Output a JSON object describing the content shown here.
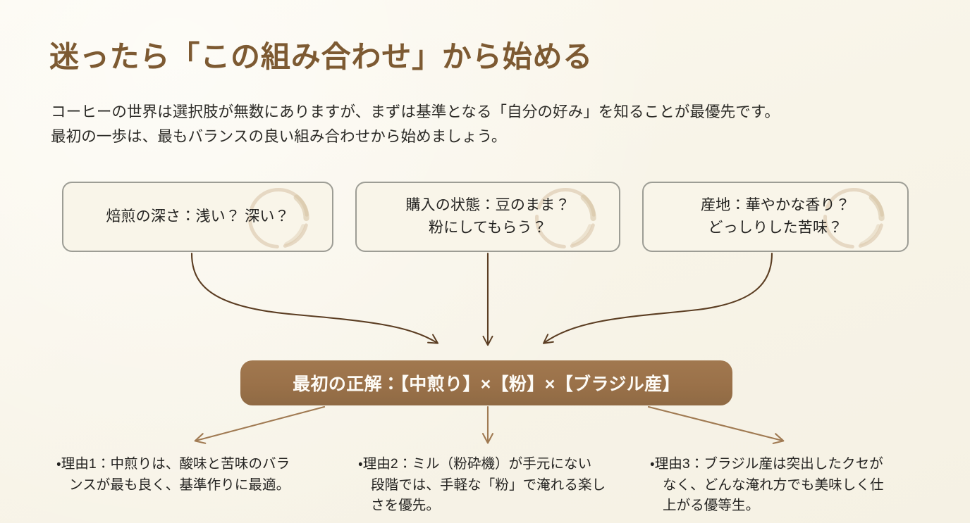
{
  "page": {
    "background_color": "#faf6ea",
    "title": "迷ったら「この組み合わせ」から始める",
    "title_color": "#7d5a32",
    "lede_line1": "コーヒーの世界は選択肢が無数にありますが、まずは基準となる「自分の好み」を知ることが最優先です。",
    "lede_line2": "最初の一歩は、最もバランスの良い組み合わせから始めましょう。"
  },
  "questions": {
    "border_color": "#9d9d95",
    "fill_color": "#f9f5e9",
    "items": [
      {
        "id": "roast-level",
        "line1": "焙煎の深さ：浅い？ 深い？",
        "line2": ""
      },
      {
        "id": "purchase-state",
        "line1": "購入の状態：豆のまま？",
        "line2": "粉にしてもらう？"
      },
      {
        "id": "origin",
        "line1": "産地：華やかな香り？",
        "line2": "どっしりした苦味？"
      }
    ]
  },
  "banner": {
    "text": "最初の正解：【中煎り】×【粉】×【ブラジル産】",
    "background_color": "#9a7149",
    "text_color": "#fdfbf6"
  },
  "reasons": {
    "arrow_color": "#a07a52",
    "items": [
      {
        "id": "reason-1",
        "line1": "・理由1：中煎りは、酸味と苦味のバラ",
        "line2": "ンスが最も良く、基準作りに最適。",
        "line3": ""
      },
      {
        "id": "reason-2",
        "line1": "・理由2：ミル（粉砕機）が手元にない",
        "line2": "段階では、手軽な「粉」で淹れる楽し",
        "line3": "さを優先。"
      },
      {
        "id": "reason-3",
        "line1": "・理由3：ブラジル産は突出したクセが",
        "line2": "なく、どんな淹れ方でも美味しく仕",
        "line3": "上がる優等生。"
      }
    ]
  },
  "decorations": {
    "inflow_arrow_color": "#5b3d22",
    "coffee_ring_color": "#d7c4a7"
  }
}
